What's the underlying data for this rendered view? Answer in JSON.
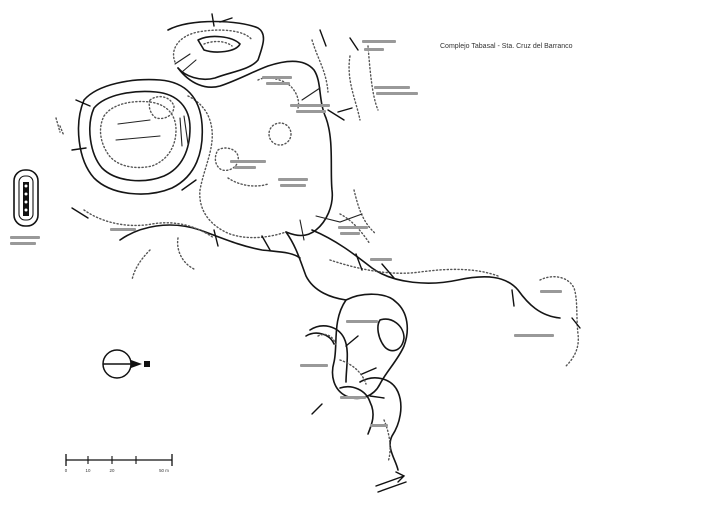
{
  "map": {
    "title": "Complejo Tabasal - Sta. Cruz del Barranco",
    "scale": {
      "ticks": [
        "0",
        "10",
        "20",
        "",
        "50 m"
      ]
    },
    "colors": {
      "ink": "#151515",
      "background": "#ffffff"
    },
    "icons": [
      "north-arrow-icon",
      "gateway-stela-icon",
      "arrow-icon"
    ]
  }
}
